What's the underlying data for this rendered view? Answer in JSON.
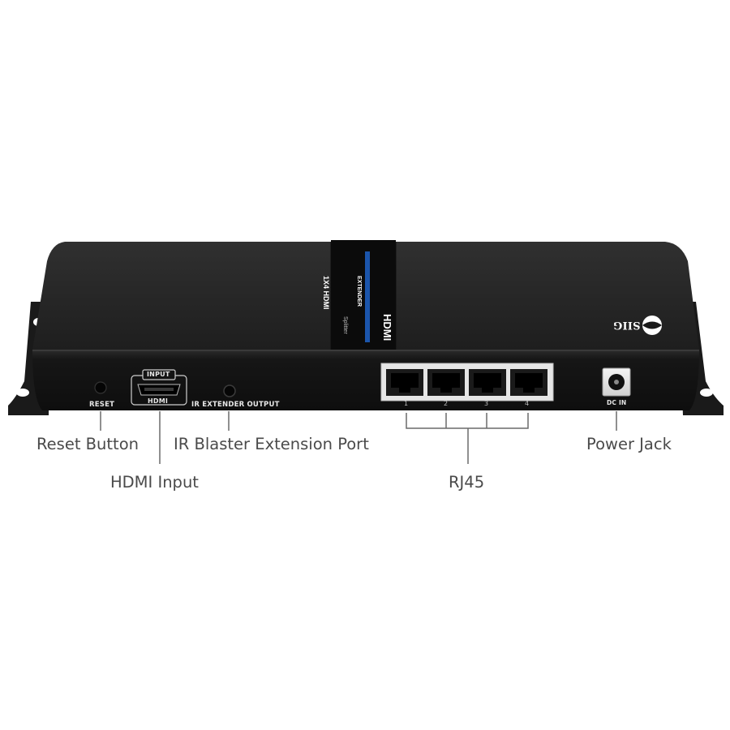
{
  "device": {
    "port_labels": {
      "input": "INPUT",
      "hdmi": "HDMI",
      "reset": "RESET",
      "ir_output": "IR EXTENDER OUTPUT",
      "dc_in": "DC IN"
    },
    "rj45_port_numbers": [
      "1",
      "2",
      "3",
      "4"
    ],
    "top_badge": {
      "model_text": "1X4 HDMI",
      "subtitle": "EXTENDER",
      "hdmi_logo": "HDMI",
      "small": "Splitter"
    },
    "brand_logo": "SIIG"
  },
  "callouts": {
    "reset": "Reset Button",
    "ir": "IR Blaster Extension Port",
    "power": "Power Jack",
    "hdmi": "HDMI Input",
    "rj45": "RJ45"
  },
  "colors": {
    "body": "#1c1c1c",
    "top_panel": "#262626",
    "front_panel": "#141414",
    "badge": "#0b0b0b",
    "accent_blue": "#1e63c8",
    "callout_text": "#4a4a4a",
    "leader_line": "#6a6a6a"
  }
}
